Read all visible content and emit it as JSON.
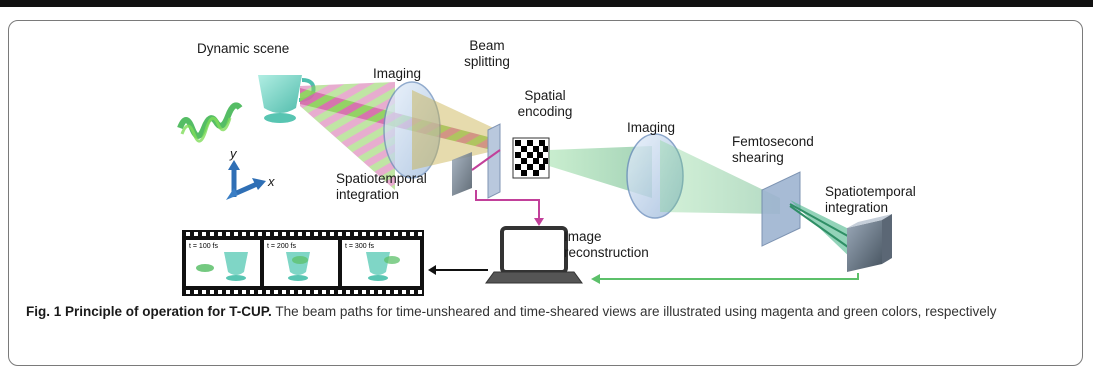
{
  "figure": {
    "labels": {
      "dynamic_scene": "Dynamic scene",
      "imaging_1": "Imaging",
      "beam_splitting_1": "Beam",
      "beam_splitting_2": "splitting",
      "spatial_encoding_1": "Spatial",
      "spatial_encoding_2": "encoding",
      "imaging_2": "Imaging",
      "femtosecond_shearing_1": "Femtosecond",
      "femtosecond_shearing_2": "shearing",
      "spatiotemporal_left_1": "Spatiotemporal",
      "spatiotemporal_left_2": "integration",
      "spatiotemporal_right_1": "Spatiotemporal",
      "spatiotemporal_right_2": "integration",
      "image_reconstruction_1": "Image",
      "image_reconstruction_2": "reconstruction",
      "axis_y": "y",
      "axis_x": "x"
    },
    "film_frames": [
      "t = 100 fs",
      "t = 200 fs",
      "t = 300 fs"
    ],
    "colors": {
      "magenta": "#c2409a",
      "green": "#5cc06a",
      "axis_blue": "#2f6fb5",
      "teacup": "#7fd6c6"
    }
  },
  "caption": {
    "label": "Fig. 1",
    "title": "Principle of operation for T-CUP.",
    "text": " The beam paths for time-unsheared and time-sheared views are illustrated using magenta and green colors, respectively"
  }
}
